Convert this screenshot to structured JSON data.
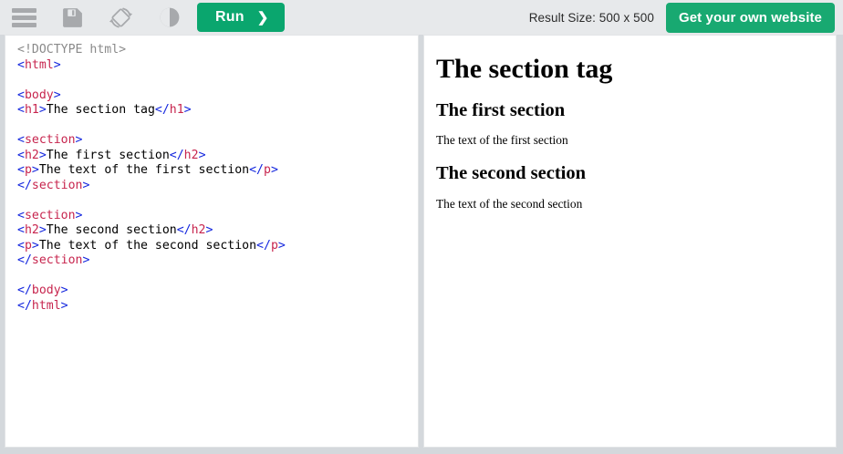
{
  "toolbar": {
    "menu_icon": "hamburger-menu-icon",
    "save_icon": "save-floppy-icon",
    "orientation_icon": "rotate-layout-icon",
    "contrast_icon": "dark-mode-contrast-icon",
    "run_label": "Run",
    "run_chevron": "❯",
    "result_size_label": "Result Size: 500 x 500",
    "cta_label": "Get your own website",
    "accent_green": "#0aa66e",
    "cta_green": "#18a971",
    "background": "#e7e9eb"
  },
  "editor": {
    "language": "html",
    "lines": [
      [
        {
          "t": "doctype",
          "v": "<!DOCTYPE html>"
        }
      ],
      [
        {
          "t": "br",
          "v": "<"
        },
        {
          "t": "tag",
          "v": "html"
        },
        {
          "t": "br",
          "v": ">"
        }
      ],
      [],
      [
        {
          "t": "br",
          "v": "<"
        },
        {
          "t": "tag",
          "v": "body"
        },
        {
          "t": "br",
          "v": ">"
        }
      ],
      [
        {
          "t": "br",
          "v": "<"
        },
        {
          "t": "tag",
          "v": "h1"
        },
        {
          "t": "br",
          "v": ">"
        },
        {
          "t": "txt",
          "v": "The section tag"
        },
        {
          "t": "br",
          "v": "</"
        },
        {
          "t": "tag",
          "v": "h1"
        },
        {
          "t": "br",
          "v": ">"
        }
      ],
      [],
      [
        {
          "t": "br",
          "v": "<"
        },
        {
          "t": "tag",
          "v": "section"
        },
        {
          "t": "br",
          "v": ">"
        }
      ],
      [
        {
          "t": "br",
          "v": "<"
        },
        {
          "t": "tag",
          "v": "h2"
        },
        {
          "t": "br",
          "v": ">"
        },
        {
          "t": "txt",
          "v": "The first section"
        },
        {
          "t": "br",
          "v": "</"
        },
        {
          "t": "tag",
          "v": "h2"
        },
        {
          "t": "br",
          "v": ">"
        }
      ],
      [
        {
          "t": "br",
          "v": "<"
        },
        {
          "t": "tag",
          "v": "p"
        },
        {
          "t": "br",
          "v": ">"
        },
        {
          "t": "txt",
          "v": "The text of the first section"
        },
        {
          "t": "br",
          "v": "</"
        },
        {
          "t": "tag",
          "v": "p"
        },
        {
          "t": "br",
          "v": ">"
        }
      ],
      [
        {
          "t": "br",
          "v": "</"
        },
        {
          "t": "tag",
          "v": "section"
        },
        {
          "t": "br",
          "v": ">"
        }
      ],
      [],
      [
        {
          "t": "br",
          "v": "<"
        },
        {
          "t": "tag",
          "v": "section"
        },
        {
          "t": "br",
          "v": ">"
        }
      ],
      [
        {
          "t": "br",
          "v": "<"
        },
        {
          "t": "tag",
          "v": "h2"
        },
        {
          "t": "br",
          "v": ">"
        },
        {
          "t": "txt",
          "v": "The second section"
        },
        {
          "t": "br",
          "v": "</"
        },
        {
          "t": "tag",
          "v": "h2"
        },
        {
          "t": "br",
          "v": ">"
        }
      ],
      [
        {
          "t": "br",
          "v": "<"
        },
        {
          "t": "tag",
          "v": "p"
        },
        {
          "t": "br",
          "v": ">"
        },
        {
          "t": "txt",
          "v": "The text of the second section"
        },
        {
          "t": "br",
          "v": "</"
        },
        {
          "t": "tag",
          "v": "p"
        },
        {
          "t": "br",
          "v": ">"
        }
      ],
      [
        {
          "t": "br",
          "v": "</"
        },
        {
          "t": "tag",
          "v": "section"
        },
        {
          "t": "br",
          "v": ">"
        }
      ],
      [],
      [
        {
          "t": "br",
          "v": "</"
        },
        {
          "t": "tag",
          "v": "body"
        },
        {
          "t": "br",
          "v": ">"
        }
      ],
      [
        {
          "t": "br",
          "v": "</"
        },
        {
          "t": "tag",
          "v": "html"
        },
        {
          "t": "br",
          "v": ">"
        }
      ]
    ],
    "colors": {
      "doctype": "#8a8a8a",
      "bracket": "#1326de",
      "tag": "#c7254e",
      "text": "#000000"
    }
  },
  "result": {
    "h1": "The section tag",
    "sections": [
      {
        "heading": "The first section",
        "paragraph": "The text of the first section"
      },
      {
        "heading": "The second section",
        "paragraph": "The text of the second section"
      }
    ]
  }
}
